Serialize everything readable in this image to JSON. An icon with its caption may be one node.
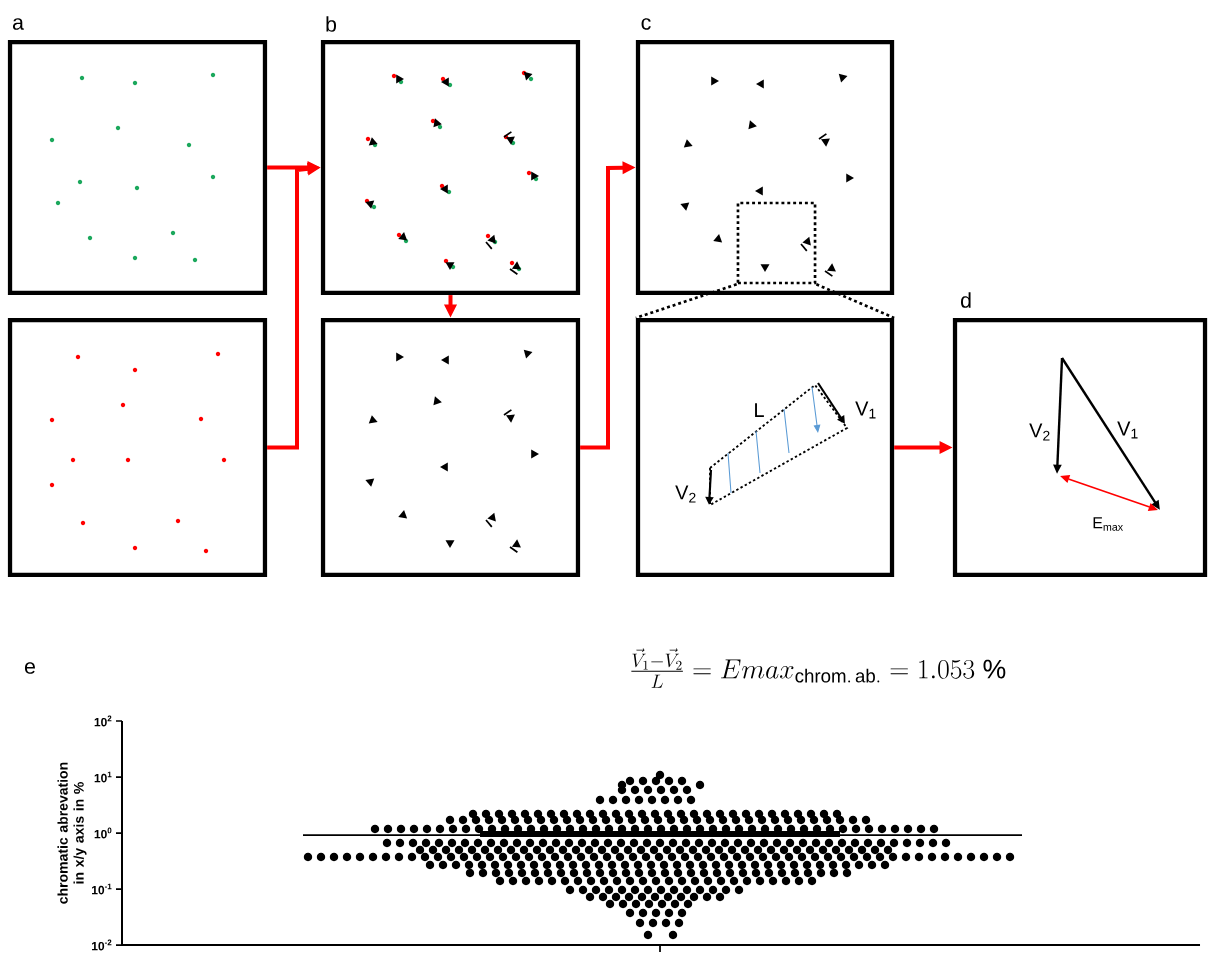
{
  "diagram": {
    "nodes": [
      {
        "text": [
          "a"
        ]
      },
      {
        "text": [],
        "shape": "box"
      },
      {
        "text": [
          "b"
        ]
      },
      {
        "text": [],
        "shape": "box"
      },
      {
        "text": [
          "c"
        ]
      },
      {
        "text": [
          "L",
          "V$_{1}$",
          "V$_{2}$"
        ]
      },
      {
        "text": [
          "d",
          "V$_{2}$",
          "V$_{1}$",
          "E$_{max}$"
        ]
      },
      {
        "text": [],
        "shape": "box",
        "in": 4
      }
    ],
    "edges": [
      {
        "from": 0,
        "to": 2,
        "arrow": "to",
        "color": "#ff0000"
      },
      {
        "from": 1,
        "to": 2,
        "arrow": "to",
        "color": "#ff0000"
      },
      {
        "from": 2,
        "to": 3,
        "arrow": "to",
        "color": "#ff0000"
      },
      {
        "from": 3,
        "to": 4,
        "arrow": "to",
        "color": "#ff0000"
      },
      {
        "from": 5,
        "to": 6,
        "arrow": "to",
        "color": "#ff0000"
      },
      {
        "from": 7,
        "to": 5,
        "arrow": "none",
        "style": "dashed",
        "color": "#000000"
      },
      {
        "from": 7,
        "to": 5,
        "arrow": "none",
        "style": "dashed",
        "color": "#000000"
      }
    ],
    "labels": [
      "e",
      "\\frac{\\vec{V}_1-\\vec{V}_2}{L}=Emax_{\\mathrm{chrom.\\,ab.}}=1.053\\ \\%",
      "chromatic abrevation in x/y axis in %",
      "10$^{2}$",
      "10$^{1}$",
      "10$^{0}$",
      "10$^{-1}$",
      "10$^{-2}$"
    ]
  }
}
